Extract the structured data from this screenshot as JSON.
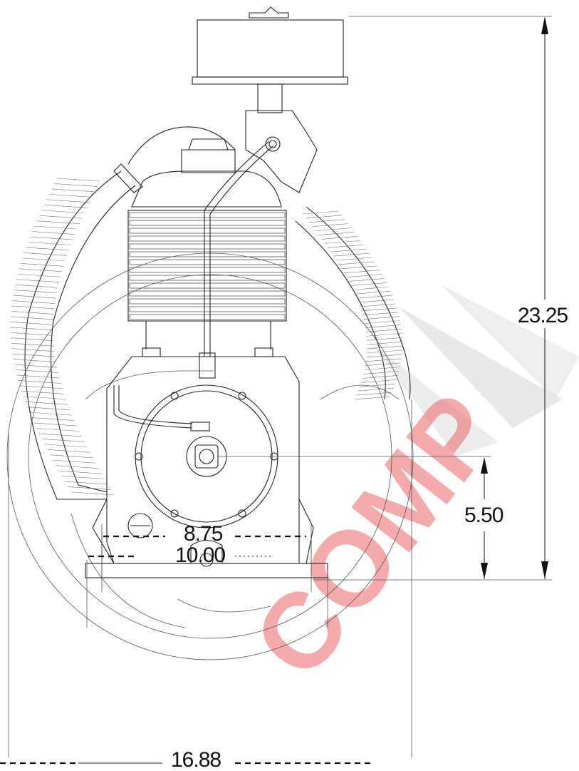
{
  "dimensions": {
    "height_total": "23.25",
    "shaft_height": "5.50",
    "base_inner": "8.75",
    "base_outer": "10.00",
    "pulley_width": "16.88"
  },
  "watermark": {
    "text": "COMP"
  },
  "colors": {
    "line": "#222222",
    "watermark_red": "#e84a4a",
    "watermark_gray": "#d6d6d6"
  }
}
